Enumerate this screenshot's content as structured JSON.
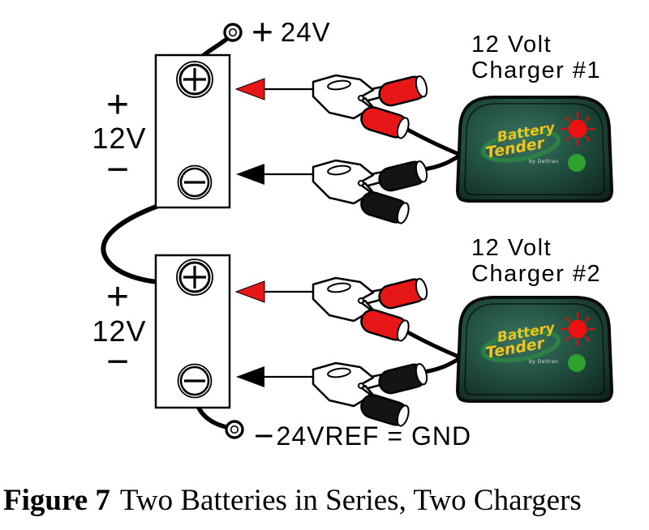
{
  "figure_caption": {
    "label": "Figure 7",
    "title": "Two Batteries in Series, Two Chargers"
  },
  "annotations": {
    "top_rail": {
      "sign": "+",
      "value": "24V"
    },
    "bottom_rail": {
      "sign": "−",
      "value": "24VREF = GND"
    }
  },
  "batteries": [
    {
      "plus": "+",
      "voltage": "12V",
      "minus": "−"
    },
    {
      "plus": "+",
      "voltage": "12V",
      "minus": "−"
    }
  ],
  "chargers": [
    {
      "label_line1": "12 Volt",
      "label_line2": "Charger #1"
    },
    {
      "label_line1": "12 Volt",
      "label_line2": "Charger #2"
    }
  ],
  "brand": {
    "line1": "Battery",
    "line2": "Tender",
    "byline": "by Deltran"
  },
  "colors": {
    "clip_red": "#e81717",
    "clip_black": "#141414",
    "led_red": "#ee1010",
    "led_green": "#2da32d",
    "logo_yellow": "#f2c31c",
    "swoosh_green": "#2d8045",
    "charger_body_dark": "#0c1e19"
  }
}
